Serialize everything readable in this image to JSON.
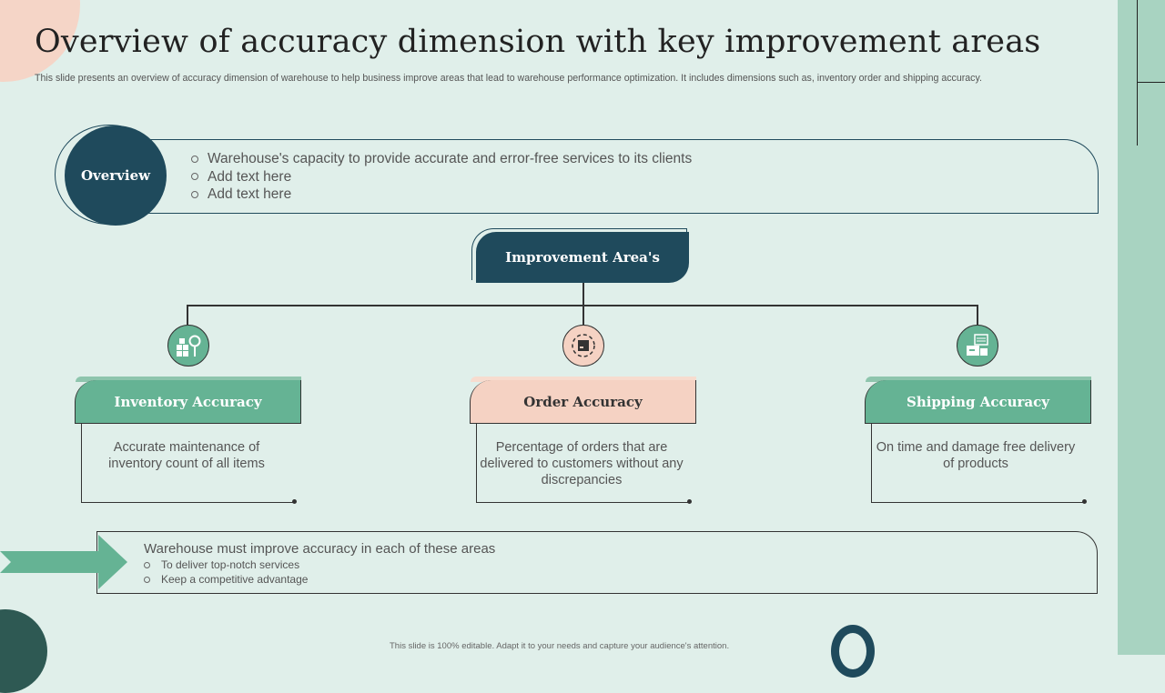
{
  "slide": {
    "title": "Overview of accuracy dimension with key improvement areas",
    "subtitle": "This slide presents an overview of accuracy dimension of warehouse to help business improve areas that lead to warehouse performance optimization. It includes dimensions such as, inventory order and shipping accuracy."
  },
  "overview": {
    "label": "Overview",
    "bullets": [
      "Warehouse's capacity to provide accurate and error-free services to its clients",
      "Add text here",
      "Add text here"
    ]
  },
  "improvement": {
    "header": "Improvement Area's",
    "areas": [
      {
        "title": "Inventory Accuracy",
        "description": "Accurate maintenance of inventory count of all items",
        "icon": "inventory-boxes-search-icon",
        "color": "#65b394"
      },
      {
        "title": "Order Accuracy",
        "description": "Percentage of orders that are delivered to customers without any discrepancies",
        "icon": "order-box-refresh-icon",
        "color": "#f5d2c3"
      },
      {
        "title": "Shipping Accuracy",
        "description": "On time and damage free delivery of products",
        "icon": "shipping-boxes-list-icon",
        "color": "#65b394"
      }
    ]
  },
  "summary": {
    "heading": "Warehouse must improve accuracy in each of these areas",
    "bullets": [
      "To deliver top-notch services",
      "Keep a competitive advantage"
    ]
  },
  "footer": "This slide is 100% editable. Adapt it to your needs and capture your audience's attention.",
  "colors": {
    "background": "#e0efea",
    "dark_teal": "#1f4a5c",
    "green": "#65b394",
    "peach": "#f5d2c3",
    "side_band": "#a8d3c1"
  }
}
